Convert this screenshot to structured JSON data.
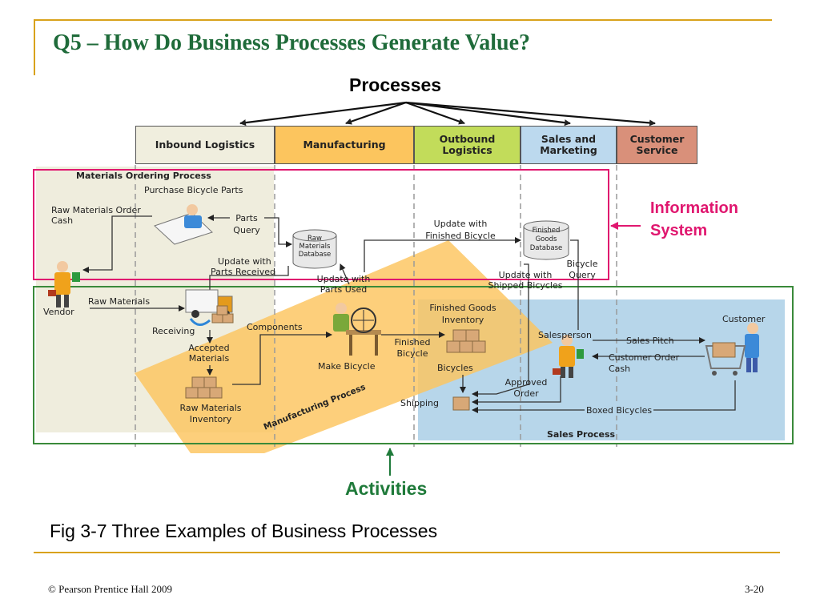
{
  "slide": {
    "title": "Q5 – How Do Business Processes Generate Value?",
    "processes_label": "Processes",
    "information_system_label_line1": "Information",
    "information_system_label_line2": "System",
    "activities_label": "Activities",
    "caption": "Fig 3-7 Three Examples of Business Processes",
    "footer_copyright": "© Pearson Prentice Hall 2009",
    "footer_page": "3-20"
  },
  "value_chain": [
    {
      "label": "Inbound Logistics",
      "color": "#f0eede"
    },
    {
      "label": "Manufacturing",
      "color": "#fcc55e"
    },
    {
      "label": "Outbound Logistics",
      "color": "#c2dc5a"
    },
    {
      "label": "Sales and Marketing",
      "color": "#bcd9ee"
    },
    {
      "label": "Customer Service",
      "color": "#d9907a"
    }
  ],
  "diagram": {
    "materials_ordering_process": "Materials Ordering Process",
    "manufacturing_process": "Manufacturing Process",
    "sales_process": "Sales Process",
    "purchase_bicycle_parts": "Purchase Bicycle Parts",
    "raw_materials_order_cash_1": "Raw Materials Order",
    "raw_materials_order_cash_2": "Cash",
    "parts_query_1": "Parts",
    "parts_query_2": "Query",
    "raw_materials_database_1": "Raw",
    "raw_materials_database_2": "Materials",
    "raw_materials_database_3": "Database",
    "update_parts_received_1": "Update with",
    "update_parts_received_2": "Parts Received",
    "update_finished_bicycle_1": "Update with",
    "update_finished_bicycle_2": "Finished Bicycle",
    "finished_goods_database_1": "Finished",
    "finished_goods_database_2": "Goods",
    "finished_goods_database_3": "Database",
    "bicycle_query_1": "Bicycle",
    "bicycle_query_2": "Query",
    "update_parts_used_1": "Update with",
    "update_parts_used_2": "Parts Used",
    "update_shipped_bicycles_1": "Update with",
    "update_shipped_bicycles_2": "Shipped Bicycles",
    "vendor": "Vendor",
    "raw_materials": "Raw Materials",
    "receiving": "Receiving",
    "accepted_materials_1": "Accepted",
    "accepted_materials_2": "Materials",
    "raw_materials_inventory_1": "Raw Materials",
    "raw_materials_inventory_2": "Inventory",
    "components": "Components",
    "make_bicycle": "Make Bicycle",
    "finished_bicycle_1": "Finished",
    "finished_bicycle_2": "Bicycle",
    "finished_goods_inventory_1": "Finished Goods",
    "finished_goods_inventory_2": "Inventory",
    "bicycles": "Bicycles",
    "shipping": "Shipping",
    "approved_order_1": "Approved",
    "approved_order_2": "Order",
    "salesperson": "Salesperson",
    "sales_pitch": "Sales Pitch",
    "customer_order_cash_1": "Customer Order",
    "customer_order_cash_2": "Cash",
    "customer": "Customer",
    "boxed_bicycles": "Boxed Bicycles"
  },
  "colors": {
    "title_green": "#1f6b3a",
    "rule_gold": "#d9a21b",
    "information_system_pink": "#e0176f",
    "activities_green": "#1f7a3a",
    "materials_area": "#efeddd",
    "manufacturing_band": "#fcc55e",
    "sales_area": "#b7d6ea"
  },
  "icons": [
    "vendor-icon",
    "purchaser-icon",
    "truck-icon",
    "boxes-icon",
    "worker-icon",
    "salesperson-icon",
    "customer-cart-icon",
    "database-icon"
  ]
}
